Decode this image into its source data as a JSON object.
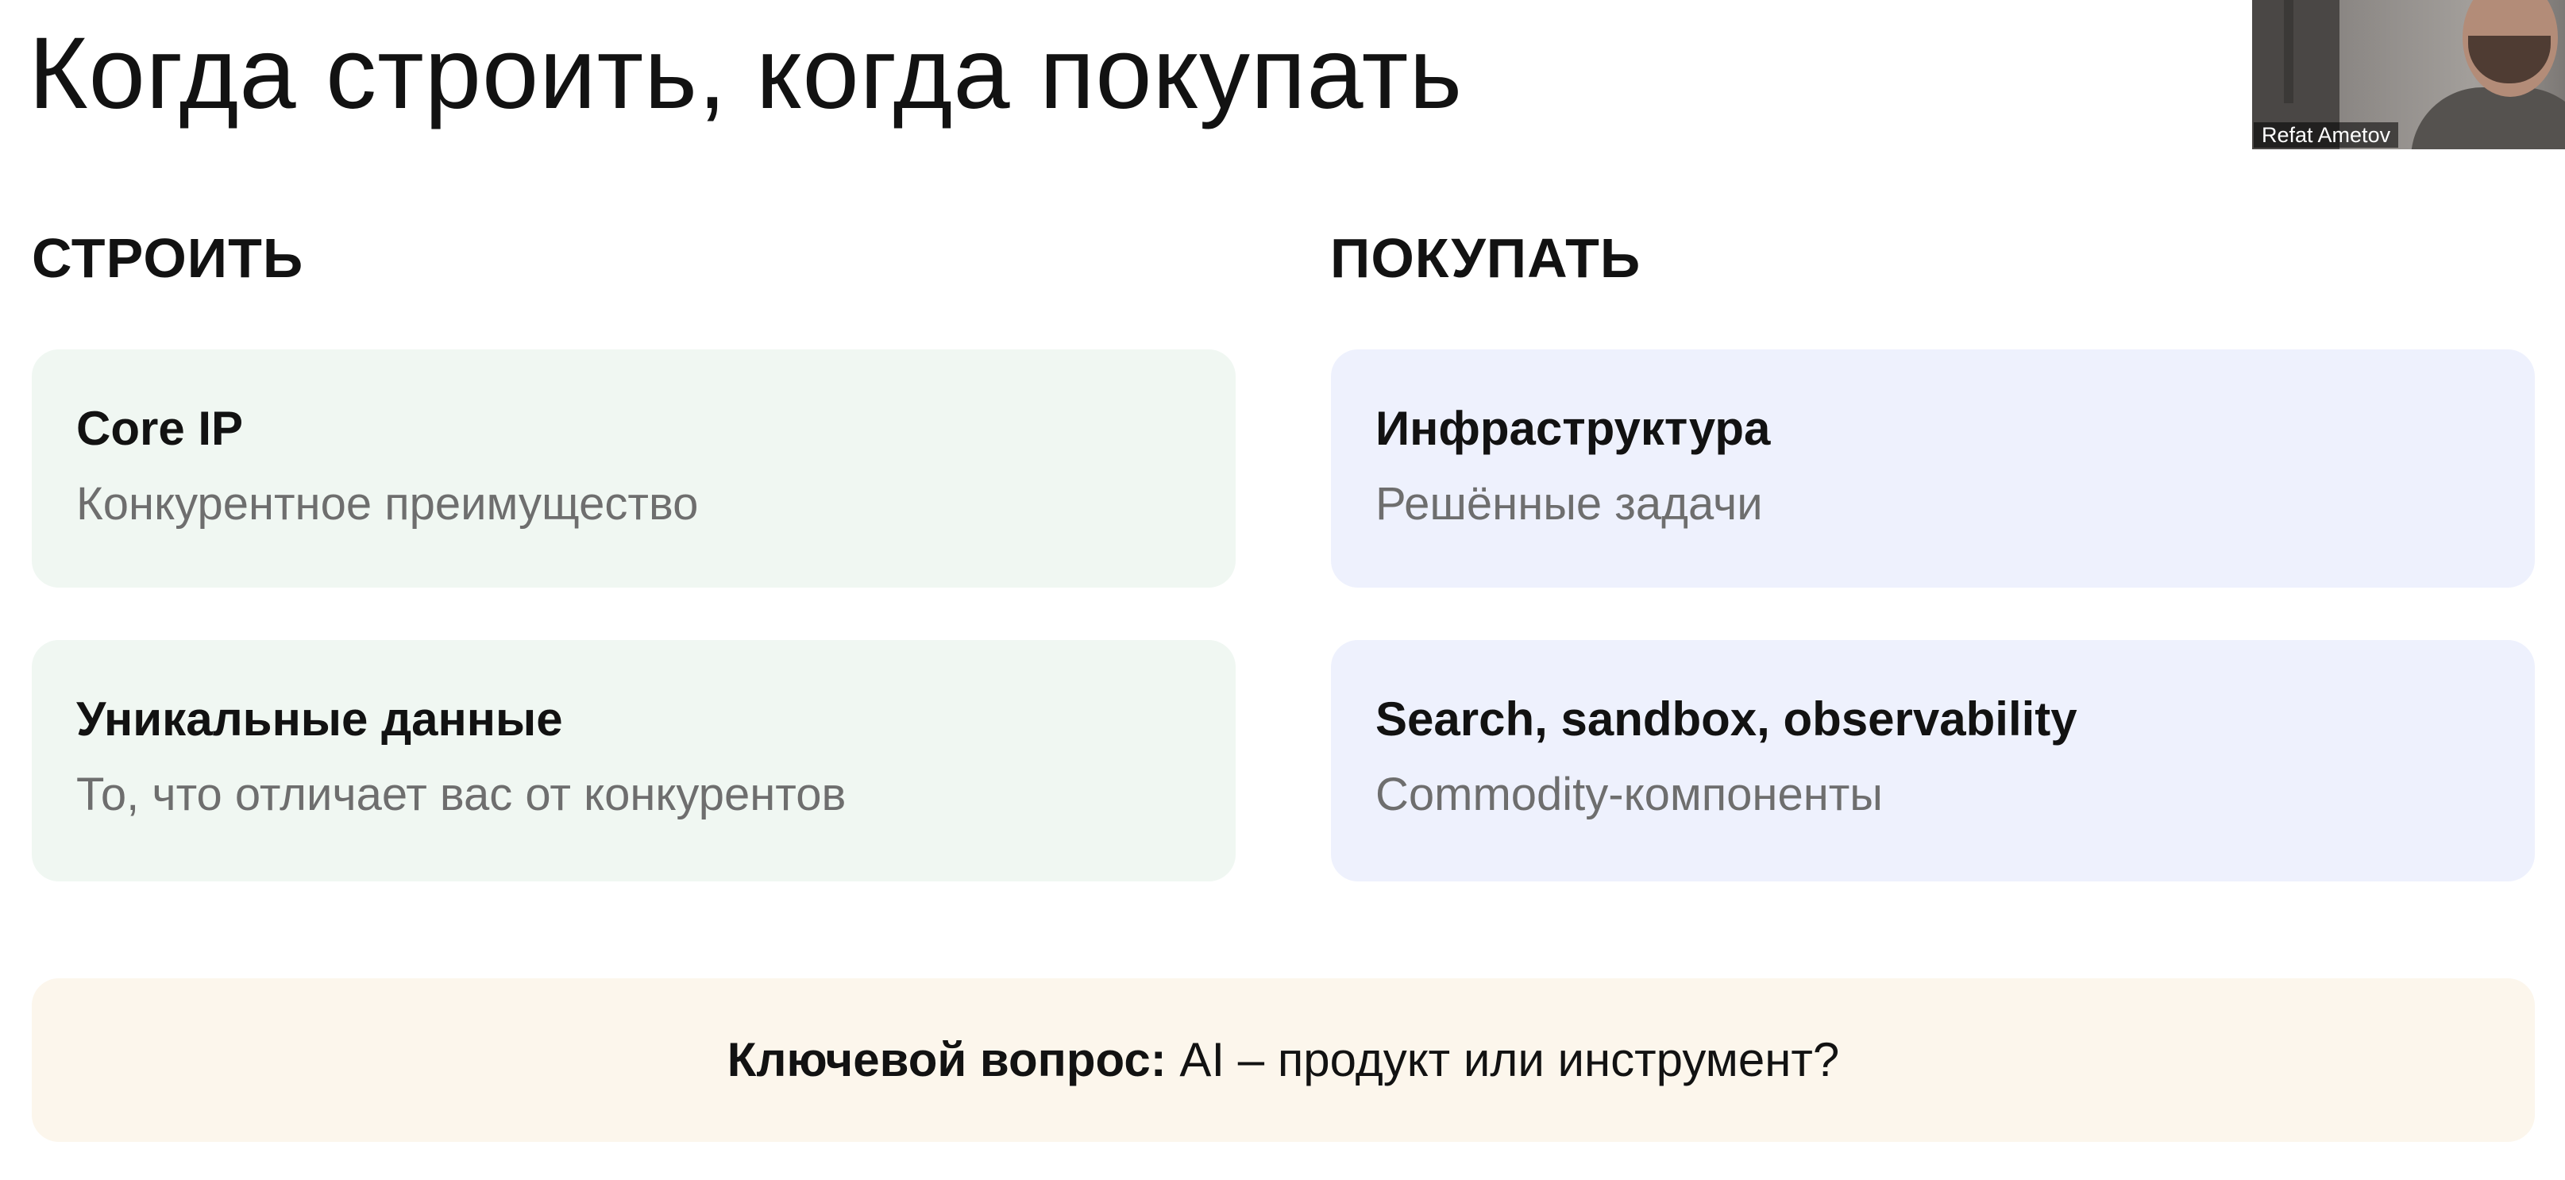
{
  "slide": {
    "title": "Когда строить, когда покупать"
  },
  "build": {
    "heading": "СТРОИТЬ",
    "cards": [
      {
        "title": "Core IP",
        "subtitle": "Конкурентное преимущество"
      },
      {
        "title": "Уникальные данные",
        "subtitle": "То, что отличает вас от конкурентов"
      }
    ]
  },
  "buy": {
    "heading": "ПОКУПАТЬ",
    "cards": [
      {
        "title": "Инфраструктура",
        "subtitle": "Решённые задачи"
      },
      {
        "title": "Search, sandbox, observability",
        "subtitle": "Commodity-компоненты"
      }
    ]
  },
  "key_question": {
    "label": "Ключевой вопрос:",
    "text": "AI – продукт или инструмент?"
  },
  "video": {
    "participant_name": "Refat Ametov"
  },
  "colors": {
    "build_card_bg": "#f0f7f2",
    "buy_card_bg": "#eef1fd",
    "key_box_bg": "#fcf6ec",
    "subtitle_text": "#6e6e6e"
  }
}
